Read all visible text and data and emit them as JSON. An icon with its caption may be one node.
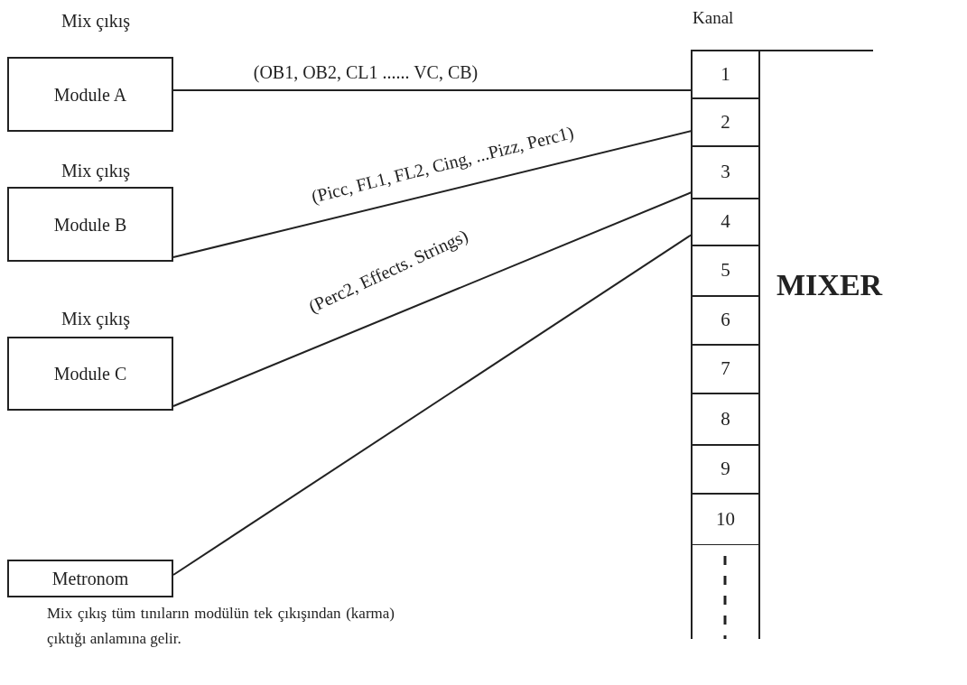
{
  "diagram": {
    "nodes": [
      {
        "text": [
          "Module A"
        ],
        "beside": [
          "Mix çıkış"
        ]
      },
      {
        "text": [
          "Module B"
        ],
        "beside": [
          "Mix çıkış"
        ]
      },
      {
        "text": [
          "Module C"
        ],
        "beside": [
          "Mix çıkış"
        ]
      },
      {
        "text": [
          "Metronom"
        ]
      },
      {
        "text": [
          "1"
        ]
      },
      {
        "text": [
          "2"
        ]
      },
      {
        "text": [
          "3"
        ]
      },
      {
        "text": [
          "4"
        ]
      },
      {
        "text": [
          "5"
        ]
      },
      {
        "text": [
          "6"
        ]
      },
      {
        "text": [
          "7"
        ]
      },
      {
        "text": [
          "8"
        ]
      },
      {
        "text": [
          "9"
        ]
      },
      {
        "text": [
          "10"
        ]
      }
    ],
    "edges": [
      {
        "from": 0,
        "to": 4,
        "arrow": "none",
        "label": "(OB1, OB2, CL1 ...... VC, CB)"
      },
      {
        "from": 1,
        "to": 5,
        "arrow": "none",
        "label": "(Picc, FL1, FL2, Cing, ...Pizz, Perc1)"
      },
      {
        "from": 2,
        "to": 6,
        "arrow": "none",
        "label": "(Perc2, Effects. Strings)"
      },
      {
        "from": 3,
        "to": 7,
        "arrow": "none"
      }
    ],
    "labels": [
      "Kanal",
      "MIXER",
      "Mix çıkış tüm tınıların modülün tek çıkışından (karma) çıktığı anlamına gelir."
    ]
  }
}
